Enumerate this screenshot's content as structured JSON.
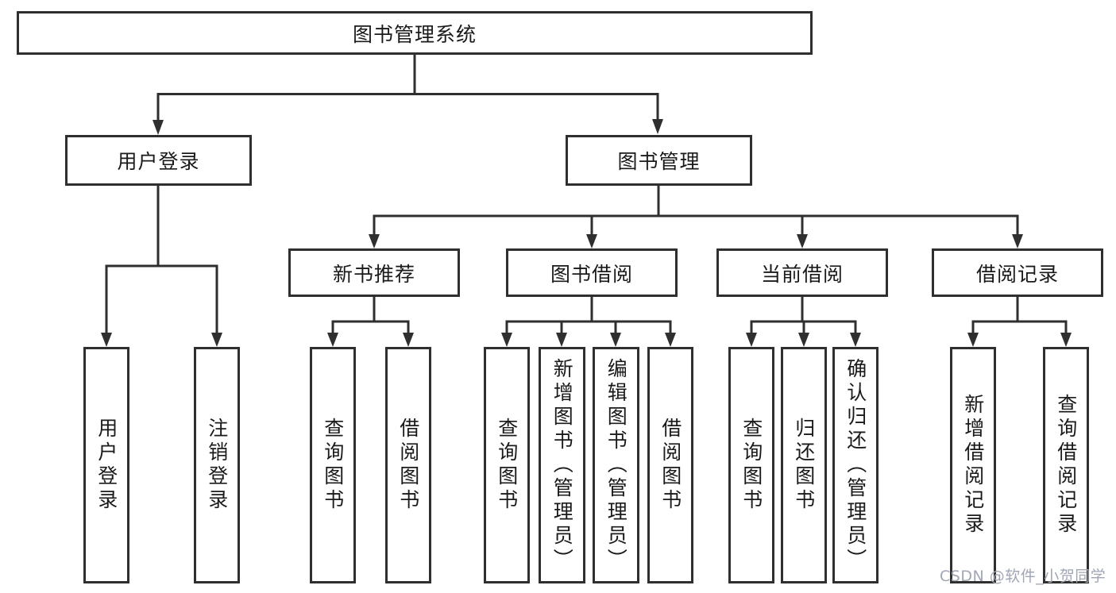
{
  "root": {
    "label": "图书管理系统"
  },
  "user_login": {
    "label": "用户登录",
    "children": [
      {
        "label": "用户登录"
      },
      {
        "label": "注销登录"
      }
    ]
  },
  "book_management": {
    "label": "图书管理",
    "sections": [
      {
        "label": "新书推荐",
        "children": [
          {
            "label": "查询图书"
          },
          {
            "label": "借阅图书"
          }
        ]
      },
      {
        "label": "图书借阅",
        "children": [
          {
            "label": "查询图书"
          },
          {
            "label": "新增图书（管理员）"
          },
          {
            "label": "编辑图书（管理员）"
          },
          {
            "label": "借阅图书"
          }
        ]
      },
      {
        "label": "当前借阅",
        "children": [
          {
            "label": "查询图书"
          },
          {
            "label": "归还图书"
          },
          {
            "label": "确认归还（管理员）"
          }
        ]
      },
      {
        "label": "借阅记录",
        "children": [
          {
            "label": "新增借阅记录"
          },
          {
            "label": "查询借阅记录"
          }
        ]
      }
    ]
  },
  "watermark": {
    "text": "CSDN @软件_小贺同学"
  },
  "colors": {
    "line": "#2f2f2f",
    "box_border": "#2f2f2f",
    "text": "#1a1a1a",
    "background": "#ffffff",
    "watermark": "#a0a6b4"
  }
}
